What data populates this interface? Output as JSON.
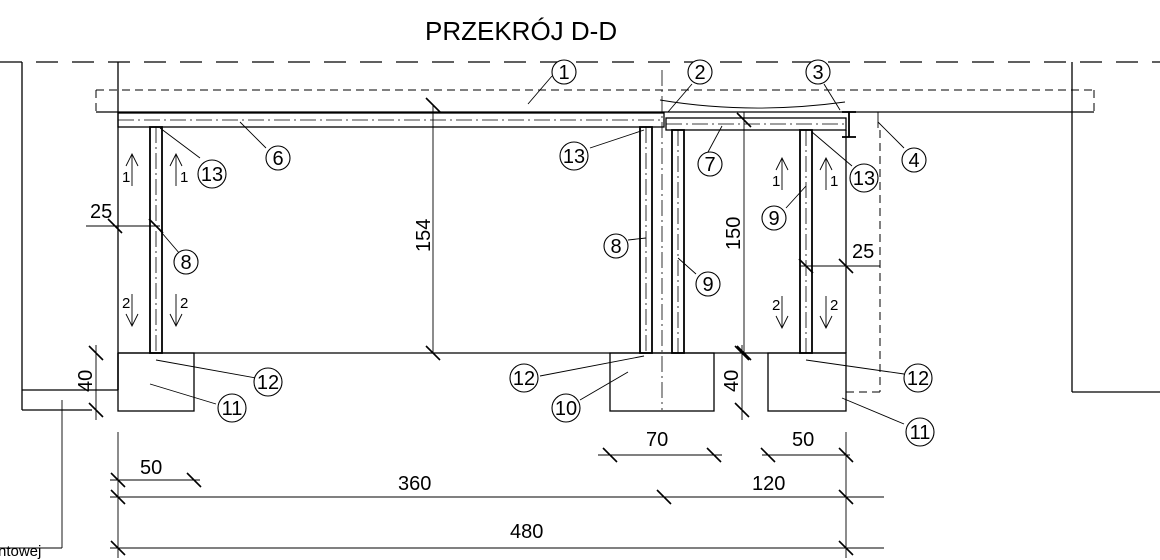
{
  "title": "PRZEKRÓJ D-D",
  "markers": [
    "1",
    "2",
    "3",
    "4",
    "6",
    "7",
    "8",
    "8",
    "9",
    "9",
    "10",
    "11",
    "11",
    "12",
    "12",
    "12",
    "13",
    "13",
    "13",
    "13"
  ],
  "dimensions": {
    "d25_left": "25",
    "d25_right": "25",
    "d154": "154",
    "d150": "150",
    "d40_left": "40",
    "d40_right": "40",
    "d50_left": "50",
    "d360": "360",
    "d120": "120",
    "d480": "480",
    "d70": "70",
    "d50_right": "50"
  },
  "section_marks": [
    "1",
    "1",
    "2",
    "2",
    "1",
    "1",
    "2",
    "2"
  ],
  "cut_text": "ntowej"
}
